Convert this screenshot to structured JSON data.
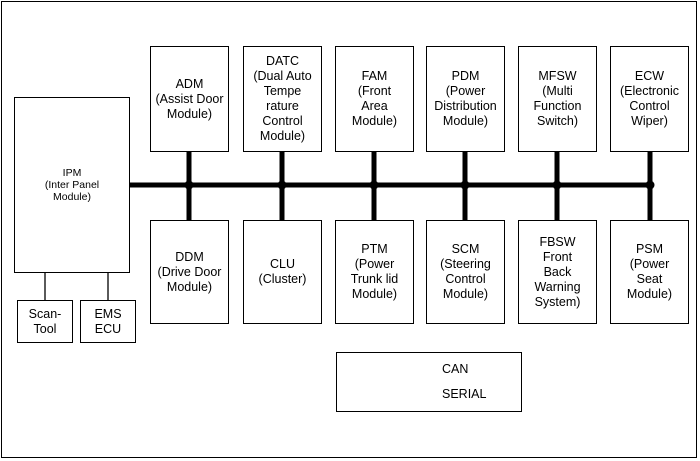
{
  "diagram": {
    "ipm": "IPM\n(Inter Panel\nModule)",
    "scan_tool": "Scan-\nTool",
    "ems_ecu": "EMS\nECU",
    "top_modules": [
      "ADM\n(Assist Door\nModule)",
      "DATC\n(Dual Auto\nTempe\nrature\nControl\nModule)",
      "FAM\n(Front\nArea\nModule)",
      "PDM\n(Power\nDistribution\nModule)",
      "MFSW\n(Multi\nFunction\nSwitch)",
      "ECW\n(Electronic\nControl\nWiper)"
    ],
    "bottom_modules": [
      "DDM\n(Drive Door\nModule)",
      "CLU\n(Cluster)",
      "PTM\n(Power\nTrunk lid\nModule)",
      "SCM\n(Steering\nControl\nModule)",
      "FBSW\nFront\nBack\nWarning\nSystem)",
      "PSM\n(Power\nSeat\nModule)"
    ]
  },
  "legend": {
    "can_label": "CAN",
    "serial_label": "SERIAL"
  }
}
